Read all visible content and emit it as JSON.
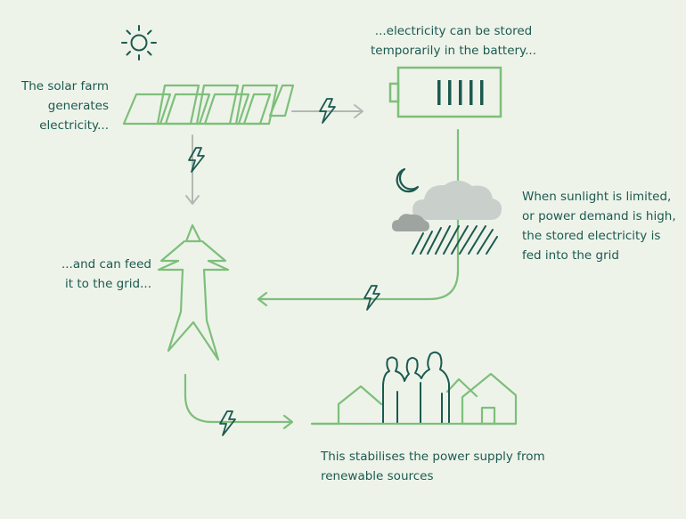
{
  "labels": {
    "solar": "The solar farm\ngenerates\nelectricity...",
    "battery": "...electricity can be stored\ntemporarily in the battery...",
    "grid": "...and can feed\nit to the grid...",
    "stored": "When sunlight is limited,\nor power demand is high,\nthe stored electricity is\nfed into the grid",
    "stabilise": "This stabilises the power supply from\nrenewable sources"
  },
  "icons": {
    "sun": "sun-icon",
    "solar_panels": "solar-panels-icon",
    "battery": "battery-icon",
    "moon": "moon-icon",
    "rain_cloud": "rain-cloud-icon",
    "pylon": "power-pylon-icon",
    "houses": "houses-icon",
    "people": "people-icon",
    "lightning": "lightning-bolt-icon"
  },
  "colors": {
    "background": "#eef3ea",
    "light_green": "#7dbf7a",
    "dark_green": "#1b5a50",
    "grey": "#b3b8b3",
    "cloud": "#c9cfcb"
  },
  "battery_cells": 5
}
